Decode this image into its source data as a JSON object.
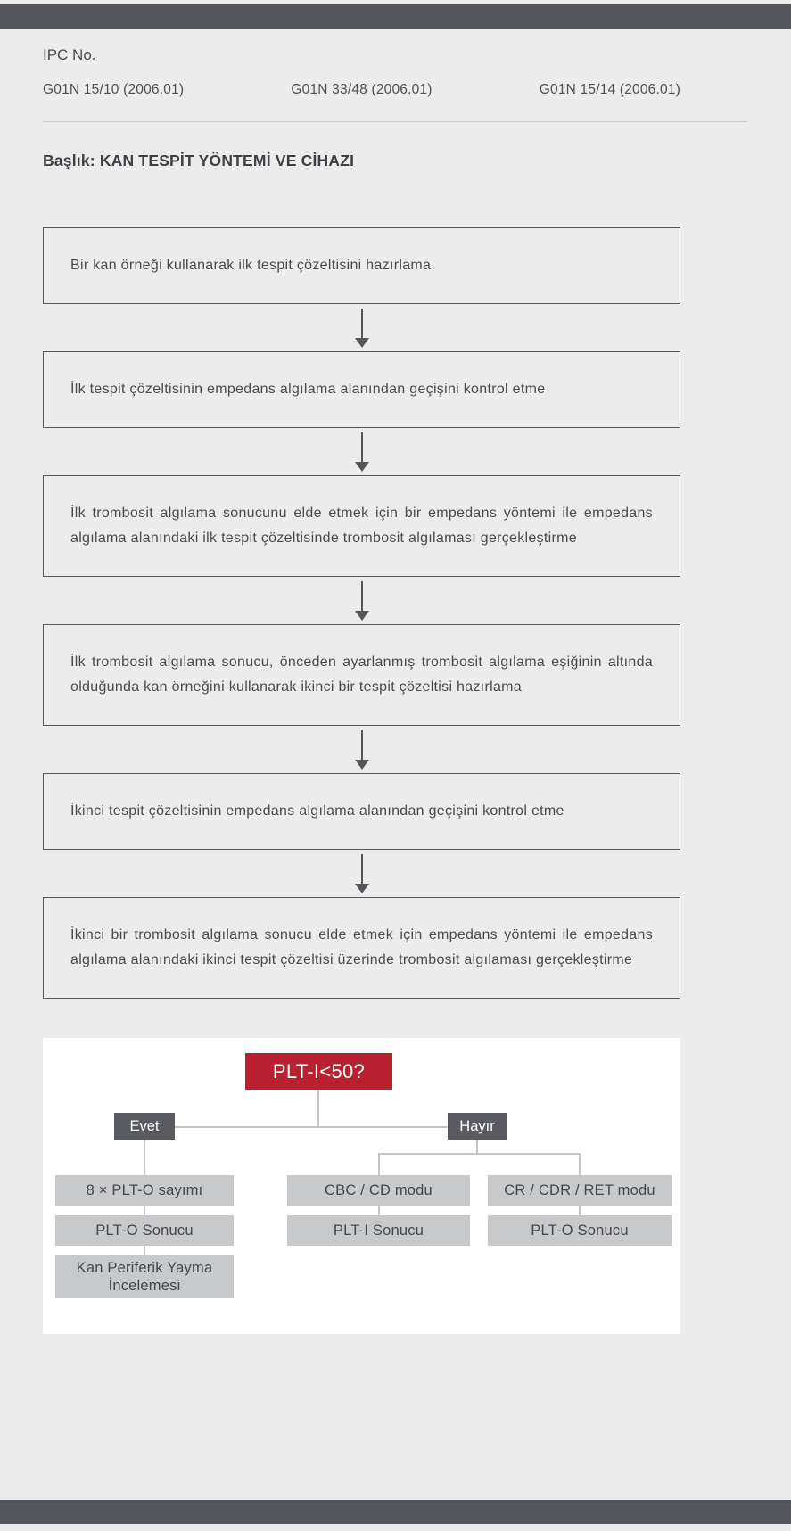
{
  "page": {
    "background": "#ececec",
    "bar_color": "#54565b",
    "panel_background": "#ffffff"
  },
  "header": {
    "ipc_label": "IPC No.",
    "ipc_codes": [
      "G01N 15/10 (2006.01)",
      "G01N 33/48 (2006.01)",
      "G01N 15/14 (2006.01)"
    ],
    "title": "Başlık: KAN TESPİT YÖNTEMİ VE CİHAZI"
  },
  "flowchart": {
    "steps": [
      "Bir kan örneği kullanarak ilk tespit çözeltisini hazırlama",
      "İlk tespit çözeltisinin empedans algılama alanından geçişini kontrol etme",
      "İlk trombosit algılama sonucunu elde etmek için bir empedans yöntemi ile empedans algılama alanındaki ilk tespit çözeltisinde trombosit algılaması gerçekleştirme",
      "İlk trombosit algılama sonucu, önceden ayarlanmış trombosit algılama eşiğinin altında olduğunda kan örneğini kullanarak ikinci bir tespit çözeltisi hazırlama",
      "İkinci tespit çözeltisinin empedans algılama alanından geçişini kontrol etme",
      "İkinci bir trombosit algılama sonucu elde etmek için empedans yöntemi ile empedans algılama alanındaki ikinci tespit çözeltisi üzerinde trombosit algılaması gerçekleştirme"
    ]
  },
  "decision_tree": {
    "root_label": "PLT-I<50?",
    "root_color": "#b92030",
    "yes_label": "Evet",
    "no_label": "Hayır",
    "branch_box_color": "#595b60",
    "result_box_color": "#c8c9cb",
    "yes_branch": [
      "8 × PLT-O sayımı",
      "PLT-O Sonucu",
      "Kan Periferik Yayma İncelemesi"
    ],
    "no_branch_left": [
      "CBC / CD modu",
      "PLT-I Sonucu"
    ],
    "no_branch_right": [
      "CR / CDR / RET modu",
      "PLT-O Sonucu"
    ]
  }
}
